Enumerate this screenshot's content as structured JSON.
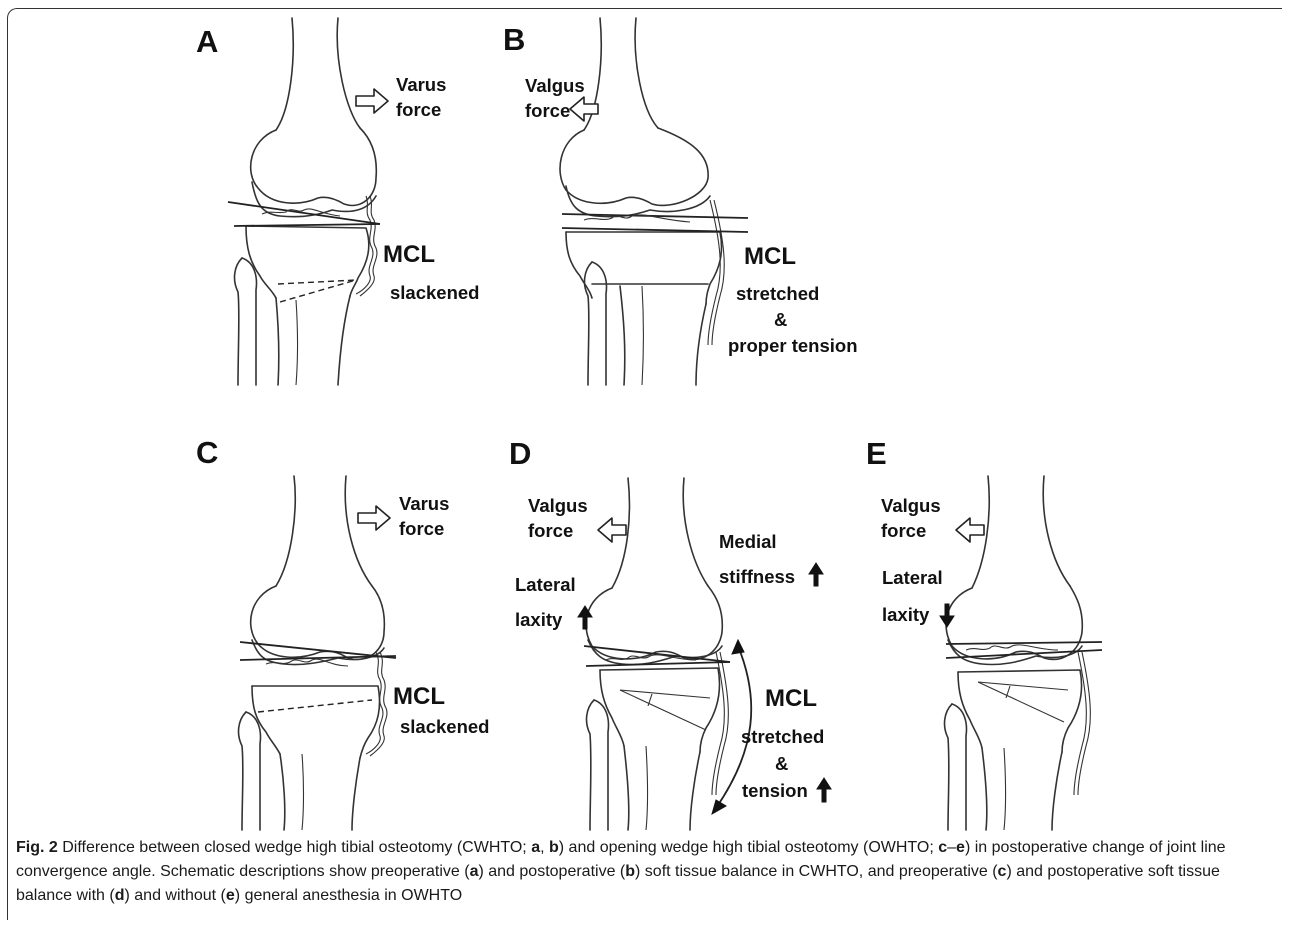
{
  "panels": {
    "A": {
      "letter": "A",
      "force_line1": "Varus",
      "force_line2": "force",
      "mcl": "MCL",
      "state": "slackened"
    },
    "B": {
      "letter": "B",
      "force_line1": "Valgus",
      "force_line2": "force",
      "mcl": "MCL",
      "state1": "stretched",
      "state2": "&",
      "state3": "proper tension"
    },
    "C": {
      "letter": "C",
      "force_line1": "Varus",
      "force_line2": "force",
      "mcl": "MCL",
      "state": "slackened"
    },
    "D": {
      "letter": "D",
      "force_line1": "Valgus",
      "force_line2": "force",
      "lateral1": "Lateral",
      "lateral2": "laxity",
      "medial1": "Medial",
      "medial2": "stiffness",
      "mcl": "MCL",
      "state1": "stretched",
      "state2": "&",
      "state3": "tension"
    },
    "E": {
      "letter": "E",
      "force_line1": "Valgus",
      "force_line2": "force",
      "lateral1": "Lateral",
      "lateral2": "laxity"
    }
  },
  "caption": {
    "label": "Fig. 2",
    "parts": [
      {
        "t": " Difference between closed wedge high tibial osteotomy (CWHTO; ",
        "b": false
      },
      {
        "t": "a",
        "b": true
      },
      {
        "t": ", ",
        "b": false
      },
      {
        "t": "b",
        "b": true
      },
      {
        "t": ") and opening wedge high tibial osteotomy (OWHTO; ",
        "b": false
      },
      {
        "t": "c",
        "b": true
      },
      {
        "t": "–",
        "b": false
      },
      {
        "t": "e",
        "b": true
      },
      {
        "t": ") in postoperative change of joint line convergence angle. Schematic descriptions show preoperative (",
        "b": false
      },
      {
        "t": "a",
        "b": true
      },
      {
        "t": ") and postoperative (",
        "b": false
      },
      {
        "t": "b",
        "b": true
      },
      {
        "t": ") soft tissue balance in CWHTO, and preoperative (",
        "b": false
      },
      {
        "t": "c",
        "b": true
      },
      {
        "t": ") and postoperative soft tissue balance with (",
        "b": false
      },
      {
        "t": "d",
        "b": true
      },
      {
        "t": ") and without (",
        "b": false
      },
      {
        "t": "e",
        "b": true
      },
      {
        "t": ") general anesthesia in OWHTO",
        "b": false
      }
    ]
  }
}
